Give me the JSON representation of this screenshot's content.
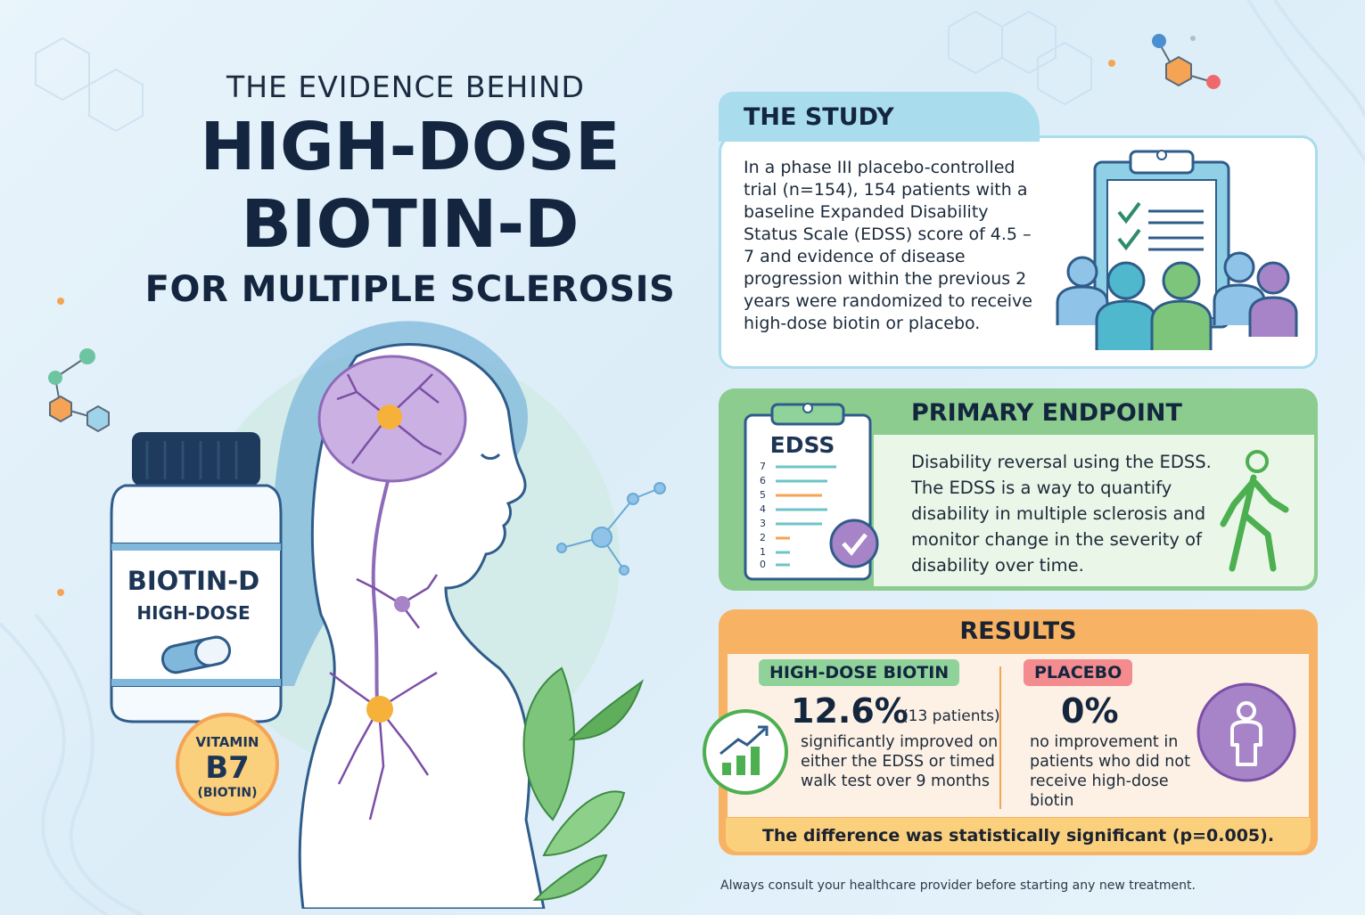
{
  "title": {
    "line1": "THE EVIDENCE BEHIND",
    "line2": "HIGH-DOSE",
    "line3": "BIOTIN-D",
    "line4": "FOR MULTIPLE SCLEROSIS"
  },
  "bottle": {
    "brand": "BIOTIN-D",
    "subtitle": "HIGH-DOSE",
    "badge_line1": "VITAMIN",
    "badge_line2": "B7",
    "badge_line3": "(BIOTIN)"
  },
  "study": {
    "heading": "THE STUDY",
    "text": "In a phase III placebo-controlled trial (n=154), 154 patients with a baseline Expanded Disability Status Scale (EDSS) score of 4.5 – 7 and evidence of disease progression within the previous 2 years were randomized to receive high-dose biotin or placebo."
  },
  "endpoint": {
    "heading": "PRIMARY ENDPOINT",
    "text": "Disability reversal using the EDSS. The EDSS is a way to quantify disability in multiple sclerosis and monitor change in the severity of disability over time.",
    "clipboard_title": "EDSS",
    "scale": [
      "7",
      "6",
      "5",
      "4",
      "3",
      "2",
      "1",
      "0"
    ]
  },
  "results": {
    "heading": "RESULTS",
    "biotin": {
      "label": "HIGH-DOSE BIOTIN",
      "percent": "12.6%",
      "patients": "(13 patients)",
      "text": "significantly improved on either the EDSS or timed walk test over 9 months"
    },
    "placebo": {
      "label": "PLACEBO",
      "percent": "0%",
      "text": "no improvement in patients who did not receive high-dose biotin"
    },
    "footer": "The difference was statistically significant (p=0.005)."
  },
  "disclaimer": "Always consult your healthcare provider before starting any new treatment.",
  "colors": {
    "study": "#a9dcec",
    "endpoint": "#8ccc8e",
    "results": "#f7b263",
    "biotin_pill": "#8fd39a",
    "placebo_pill": "#f38b8f",
    "title": "#14263f"
  }
}
